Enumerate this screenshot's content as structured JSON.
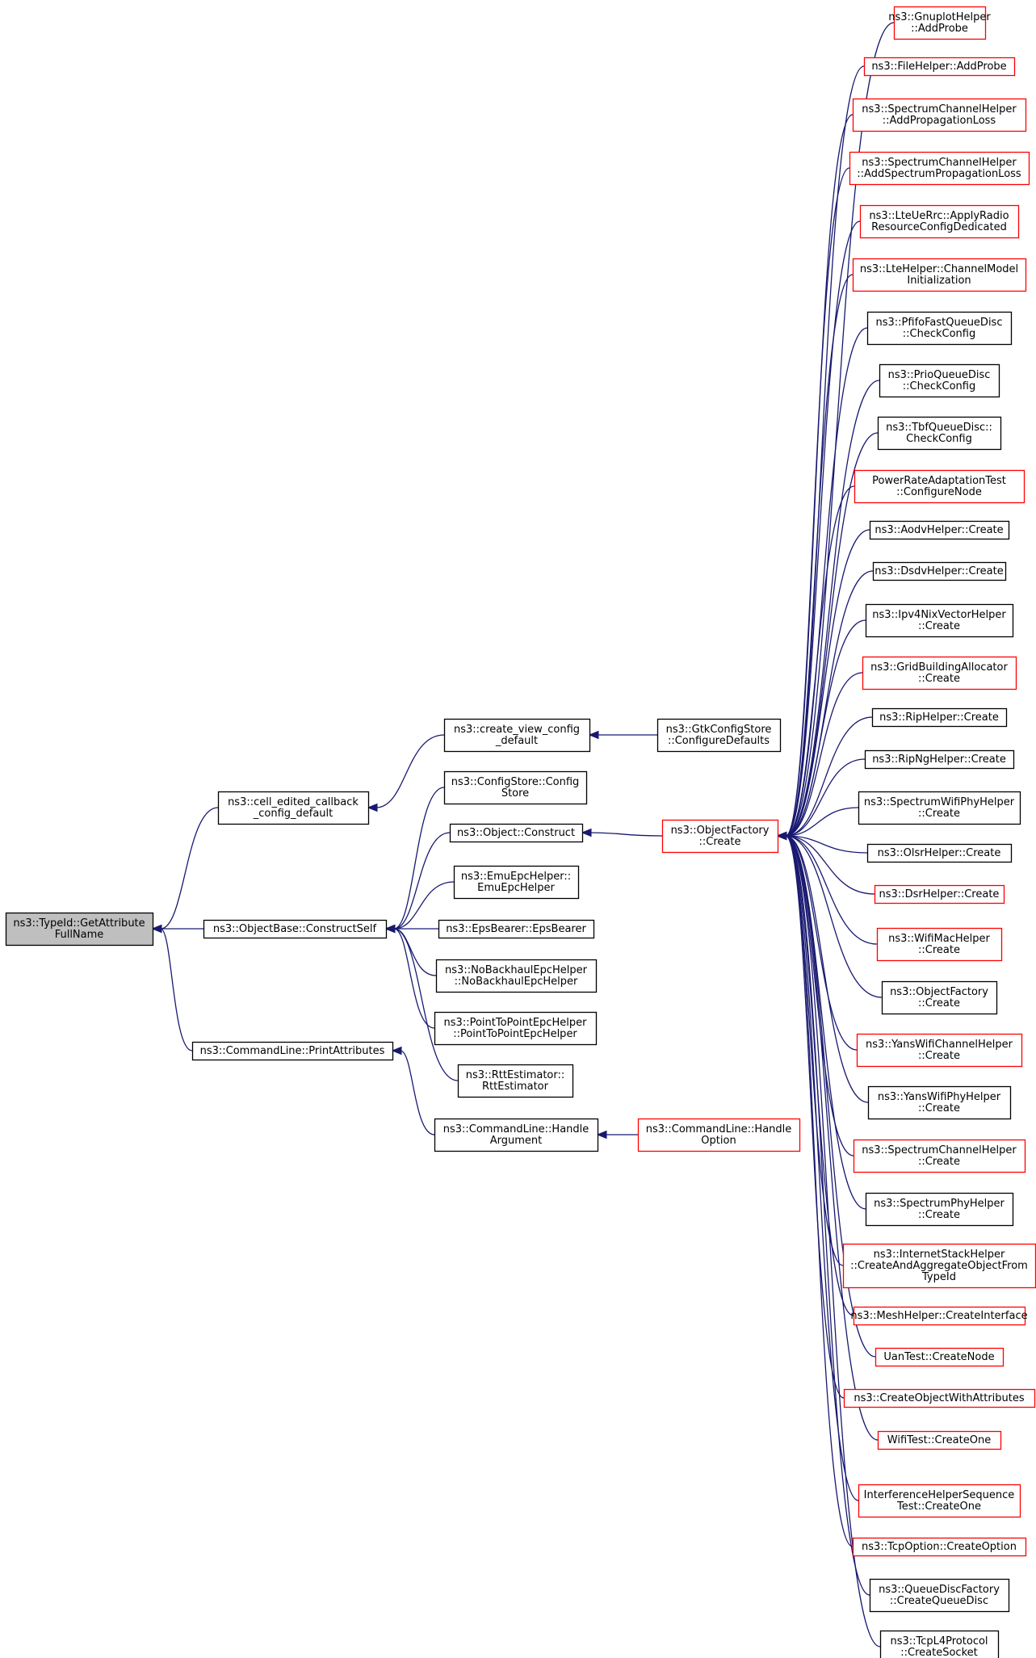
{
  "colors": {
    "edge": "#191970",
    "root_fill": "#bfbfbf",
    "node_border_black": "#000000",
    "node_border_red": "#ff0000",
    "background": "#ffffff"
  },
  "nodes": [
    {
      "id": "root",
      "lines": [
        "ns3::TypeId::GetAttribute",
        "FullName"
      ],
      "border": "black",
      "root": true
    },
    {
      "id": "cellEdited",
      "lines": [
        "ns3::cell_edited_callback",
        "_config_default"
      ],
      "border": "black"
    },
    {
      "id": "constructSelf",
      "lines": [
        "ns3::ObjectBase::ConstructSelf"
      ],
      "border": "black"
    },
    {
      "id": "printAttributes",
      "lines": [
        "ns3::CommandLine::PrintAttributes"
      ],
      "border": "black"
    },
    {
      "id": "createView",
      "lines": [
        "ns3::create_view_config",
        "_default"
      ],
      "border": "black"
    },
    {
      "id": "gtkConfig",
      "lines": [
        "ns3::GtkConfigStore",
        "::ConfigureDefaults"
      ],
      "border": "black"
    },
    {
      "id": "configStore",
      "lines": [
        "ns3::ConfigStore::Config",
        "Store"
      ],
      "border": "black"
    },
    {
      "id": "objConstruct",
      "lines": [
        "ns3::Object::Construct"
      ],
      "border": "black"
    },
    {
      "id": "emuEpc",
      "lines": [
        "ns3::EmuEpcHelper::",
        "EmuEpcHelper"
      ],
      "border": "black"
    },
    {
      "id": "epsBearer",
      "lines": [
        "ns3::EpsBearer::EpsBearer"
      ],
      "border": "black"
    },
    {
      "id": "noBackhaul",
      "lines": [
        "ns3::NoBackhaulEpcHelper",
        "::NoBackhaulEpcHelper"
      ],
      "border": "black"
    },
    {
      "id": "p2pEpc",
      "lines": [
        "ns3::PointToPointEpcHelper",
        "::PointToPointEpcHelper"
      ],
      "border": "black"
    },
    {
      "id": "rtt",
      "lines": [
        "ns3::RttEstimator::",
        "RttEstimator"
      ],
      "border": "black"
    },
    {
      "id": "handleArg",
      "lines": [
        "ns3::CommandLine::Handle",
        "Argument"
      ],
      "border": "black"
    },
    {
      "id": "handleOpt",
      "lines": [
        "ns3::CommandLine::Handle",
        "Option"
      ],
      "border": "red"
    },
    {
      "id": "objFactoryCreate",
      "lines": [
        "ns3::ObjectFactory",
        "::Create"
      ],
      "border": "red"
    },
    {
      "id": "r0",
      "lines": [
        "ns3::GnuplotHelper",
        "::AddProbe"
      ],
      "border": "red"
    },
    {
      "id": "r1",
      "lines": [
        "ns3::FileHelper::AddProbe"
      ],
      "border": "red"
    },
    {
      "id": "r2",
      "lines": [
        "ns3::SpectrumChannelHelper",
        "::AddPropagationLoss"
      ],
      "border": "red"
    },
    {
      "id": "r3",
      "lines": [
        "ns3::SpectrumChannelHelper",
        "::AddSpectrumPropagationLoss"
      ],
      "border": "red"
    },
    {
      "id": "r4",
      "lines": [
        "ns3::LteUeRrc::ApplyRadio",
        "ResourceConfigDedicated"
      ],
      "border": "red"
    },
    {
      "id": "r5",
      "lines": [
        "ns3::LteHelper::ChannelModel",
        "Initialization"
      ],
      "border": "red"
    },
    {
      "id": "r6",
      "lines": [
        "ns3::PfifoFastQueueDisc",
        "::CheckConfig"
      ],
      "border": "black"
    },
    {
      "id": "r7",
      "lines": [
        "ns3::PrioQueueDisc",
        "::CheckConfig"
      ],
      "border": "black"
    },
    {
      "id": "r8",
      "lines": [
        "ns3::TbfQueueDisc::",
        "CheckConfig"
      ],
      "border": "black"
    },
    {
      "id": "r9",
      "lines": [
        "PowerRateAdaptationTest",
        "::ConfigureNode"
      ],
      "border": "red"
    },
    {
      "id": "r10",
      "lines": [
        "ns3::AodvHelper::Create"
      ],
      "border": "black"
    },
    {
      "id": "r11",
      "lines": [
        "ns3::DsdvHelper::Create"
      ],
      "border": "black"
    },
    {
      "id": "r12",
      "lines": [
        "ns3::Ipv4NixVectorHelper",
        "::Create"
      ],
      "border": "black"
    },
    {
      "id": "r13",
      "lines": [
        "ns3::GridBuildingAllocator",
        "::Create"
      ],
      "border": "red"
    },
    {
      "id": "r14",
      "lines": [
        "ns3::RipHelper::Create"
      ],
      "border": "black"
    },
    {
      "id": "r15",
      "lines": [
        "ns3::RipNgHelper::Create"
      ],
      "border": "black"
    },
    {
      "id": "r16",
      "lines": [
        "ns3::SpectrumWifiPhyHelper",
        "::Create"
      ],
      "border": "black"
    },
    {
      "id": "r17",
      "lines": [
        "ns3::OlsrHelper::Create"
      ],
      "border": "black"
    },
    {
      "id": "r18",
      "lines": [
        "ns3::DsrHelper::Create"
      ],
      "border": "red"
    },
    {
      "id": "r19",
      "lines": [
        "ns3::WifiMacHelper",
        "::Create"
      ],
      "border": "red"
    },
    {
      "id": "r20",
      "lines": [
        "ns3::ObjectFactory",
        "::Create"
      ],
      "border": "black"
    },
    {
      "id": "r21",
      "lines": [
        "ns3::YansWifiChannelHelper",
        "::Create"
      ],
      "border": "red"
    },
    {
      "id": "r22",
      "lines": [
        "ns3::YansWifiPhyHelper",
        "::Create"
      ],
      "border": "black"
    },
    {
      "id": "r23",
      "lines": [
        "ns3::SpectrumChannelHelper",
        "::Create"
      ],
      "border": "red"
    },
    {
      "id": "r24",
      "lines": [
        "ns3::SpectrumPhyHelper",
        "::Create"
      ],
      "border": "black"
    },
    {
      "id": "r25",
      "lines": [
        "ns3::InternetStackHelper",
        "::CreateAndAggregateObjectFrom",
        "TypeId"
      ],
      "border": "red"
    },
    {
      "id": "r26",
      "lines": [
        "ns3::MeshHelper::CreateInterface"
      ],
      "border": "red"
    },
    {
      "id": "r27",
      "lines": [
        "UanTest::CreateNode"
      ],
      "border": "red"
    },
    {
      "id": "r28",
      "lines": [
        "ns3::CreateObjectWithAttributes"
      ],
      "border": "red"
    },
    {
      "id": "r29",
      "lines": [
        "WifiTest::CreateOne"
      ],
      "border": "red"
    },
    {
      "id": "r30",
      "lines": [
        "InterferenceHelperSequence",
        "Test::CreateOne"
      ],
      "border": "red"
    },
    {
      "id": "r31",
      "lines": [
        "ns3::TcpOption::CreateOption"
      ],
      "border": "red"
    },
    {
      "id": "r32",
      "lines": [
        "ns3::QueueDiscFactory",
        "::CreateQueueDisc"
      ],
      "border": "black"
    },
    {
      "id": "r33",
      "lines": [
        "ns3::TcpL4Protocol",
        "::CreateSocket"
      ],
      "border": "black"
    }
  ],
  "edges": [
    [
      "cellEdited",
      "root"
    ],
    [
      "constructSelf",
      "root"
    ],
    [
      "printAttributes",
      "root"
    ],
    [
      "createView",
      "cellEdited"
    ],
    [
      "gtkConfig",
      "createView"
    ],
    [
      "configStore",
      "constructSelf"
    ],
    [
      "objConstruct",
      "constructSelf"
    ],
    [
      "emuEpc",
      "constructSelf"
    ],
    [
      "epsBearer",
      "constructSelf"
    ],
    [
      "noBackhaul",
      "constructSelf"
    ],
    [
      "p2pEpc",
      "constructSelf"
    ],
    [
      "rtt",
      "constructSelf"
    ],
    [
      "handleArg",
      "printAttributes"
    ],
    [
      "handleOpt",
      "handleArg"
    ],
    [
      "objFactoryCreate",
      "objConstruct"
    ],
    [
      "r0",
      "objFactoryCreate"
    ],
    [
      "r1",
      "objFactoryCreate"
    ],
    [
      "r2",
      "objFactoryCreate"
    ],
    [
      "r3",
      "objFactoryCreate"
    ],
    [
      "r4",
      "objFactoryCreate"
    ],
    [
      "r5",
      "objFactoryCreate"
    ],
    [
      "r6",
      "objFactoryCreate"
    ],
    [
      "r7",
      "objFactoryCreate"
    ],
    [
      "r8",
      "objFactoryCreate"
    ],
    [
      "r9",
      "objFactoryCreate"
    ],
    [
      "r10",
      "objFactoryCreate"
    ],
    [
      "r11",
      "objFactoryCreate"
    ],
    [
      "r12",
      "objFactoryCreate"
    ],
    [
      "r13",
      "objFactoryCreate"
    ],
    [
      "r14",
      "objFactoryCreate"
    ],
    [
      "r15",
      "objFactoryCreate"
    ],
    [
      "r16",
      "objFactoryCreate"
    ],
    [
      "r17",
      "objFactoryCreate"
    ],
    [
      "r18",
      "objFactoryCreate"
    ],
    [
      "r19",
      "objFactoryCreate"
    ],
    [
      "r20",
      "objFactoryCreate"
    ],
    [
      "r21",
      "objFactoryCreate"
    ],
    [
      "r22",
      "objFactoryCreate"
    ],
    [
      "r23",
      "objFactoryCreate"
    ],
    [
      "r24",
      "objFactoryCreate"
    ],
    [
      "r25",
      "objFactoryCreate"
    ],
    [
      "r26",
      "objFactoryCreate"
    ],
    [
      "r27",
      "objFactoryCreate"
    ],
    [
      "r28",
      "objFactoryCreate"
    ],
    [
      "r29",
      "objFactoryCreate"
    ],
    [
      "r30",
      "objFactoryCreate"
    ],
    [
      "r31",
      "objFactoryCreate"
    ],
    [
      "r32",
      "objFactoryCreate"
    ],
    [
      "r33",
      "objFactoryCreate"
    ]
  ]
}
